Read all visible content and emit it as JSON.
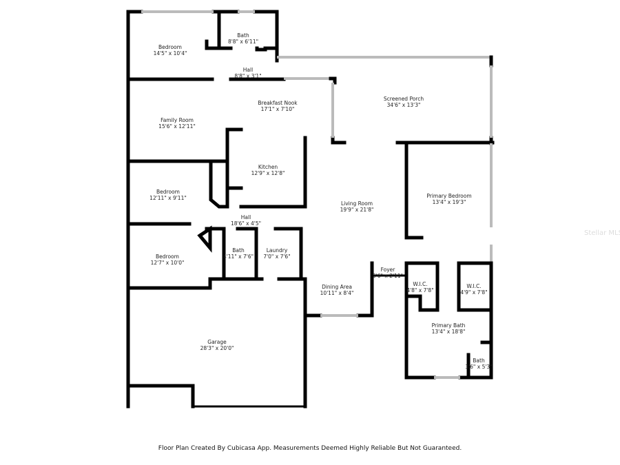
{
  "rooms": [
    {
      "name": "Bedroom",
      "size": "14'5\" x 10'4\""
    },
    {
      "name": "Bath",
      "size": "8'8\" x 6'11\""
    },
    {
      "name": "Hall",
      "size": "8'8\" x 3'1\""
    },
    {
      "name": "Breakfast Nook",
      "size": "17'1\" x 7'10\""
    },
    {
      "name": "Screened Porch",
      "size": "34'6\" x 13'3\""
    },
    {
      "name": "Family Room",
      "size": "15'6\" x 12'11\""
    },
    {
      "name": "Kitchen",
      "size": "12'9\" x 12'8\""
    },
    {
      "name": "Bedroom",
      "size": "12'11\" x 9'11\""
    },
    {
      "name": "Living Room",
      "size": "19'9\" x 21'8\""
    },
    {
      "name": "Primary Bedroom",
      "size": "13'4\" x 19'3\""
    },
    {
      "name": "Hall",
      "size": "18'6\" x 4'5\""
    },
    {
      "name": "Bath",
      "size": "4'11\" x 7'6\""
    },
    {
      "name": "Laundry",
      "size": "7'0\" x 7'6\""
    },
    {
      "name": "Bedroom",
      "size": "12'7\" x 10'0\""
    },
    {
      "name": "Foyer",
      "size": "5'6\" x 2'11\""
    },
    {
      "name": "W.I.C.",
      "size": "4'8\" x 7'8\""
    },
    {
      "name": "W.I.C.",
      "size": "4'9\" x 7'8\""
    },
    {
      "name": "Dining Area",
      "size": "10'11\" x 8'4\""
    },
    {
      "name": "Primary Bath",
      "size": "13'4\" x 18'8\""
    },
    {
      "name": "Garage",
      "size": "28'3\" x 20'0\""
    },
    {
      "name": "Bath",
      "size": "3'6\" x 5'3\""
    }
  ],
  "watermark": "Stellar MLS",
  "footer": "Floor Plan Created By Cubicasa App. Measurements Deemed Highly Reliable But Not Guaranteed."
}
